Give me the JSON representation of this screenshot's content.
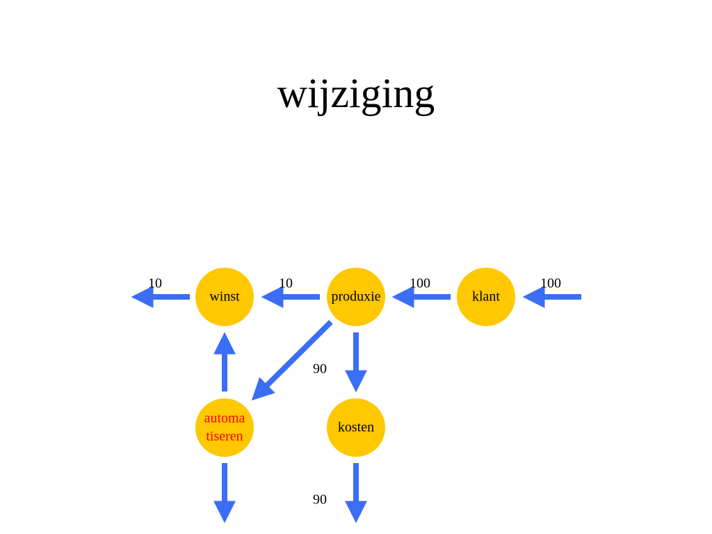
{
  "title": "wijziging",
  "colors": {
    "node_fill": "#FFC800",
    "arrow": "#3A6EF5",
    "text": "#000000",
    "highlight_text": "#FF0000"
  },
  "nodes": {
    "winst": {
      "label": "winst"
    },
    "produxie": {
      "label": "produxie"
    },
    "klant": {
      "label": "klant"
    },
    "automatiseren": {
      "label_line1": "automa",
      "label_line2": "tiseren"
    },
    "kosten": {
      "label": "kosten"
    }
  },
  "flows": {
    "winst_out": "10",
    "produxie_to_winst": "10",
    "klant_to_produxie": "100",
    "into_klant": "100",
    "produxie_to_kosten": "90",
    "kosten_out": "90"
  }
}
